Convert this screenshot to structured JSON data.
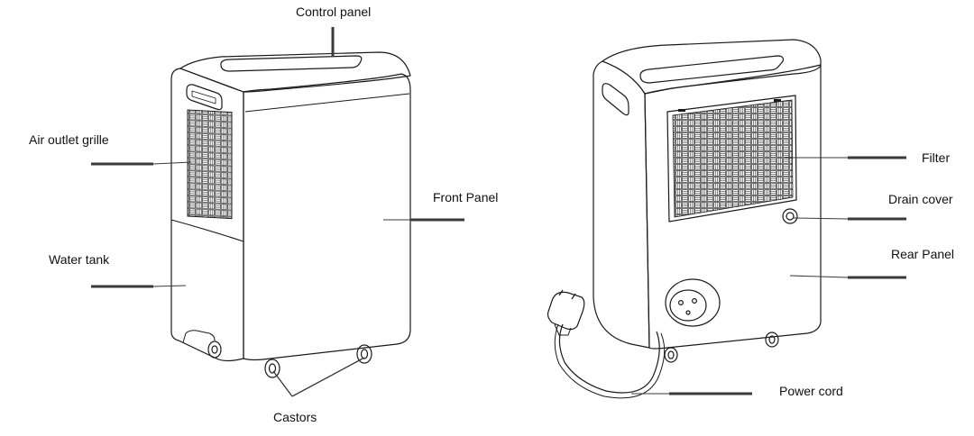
{
  "labels": {
    "control_panel": "Control panel",
    "air_outlet_grille": "Air outlet grille",
    "front_panel": "Front Panel",
    "water_tank": "Water tank",
    "castors": "Castors",
    "filter": "Filter",
    "drain_cover": "Drain cover",
    "rear_panel": "Rear Panel",
    "power_cord": "Power cord"
  },
  "colors": {
    "line": "#1a1a1a",
    "leader": "#3a3a3a",
    "background": "#ffffff"
  }
}
